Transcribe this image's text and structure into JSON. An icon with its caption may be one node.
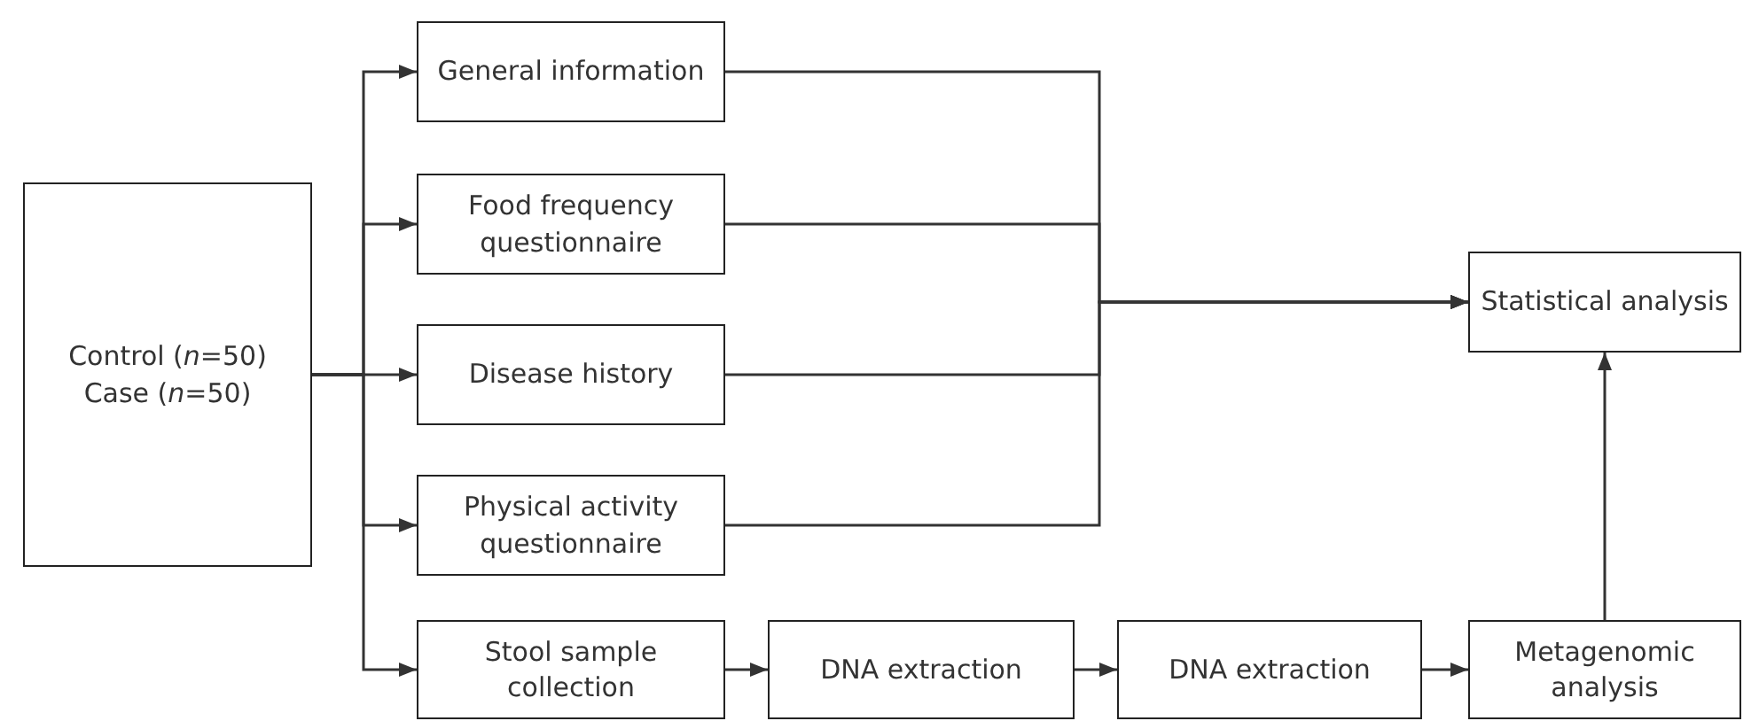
{
  "diagram": {
    "nodes": [
      {
        "text": [
          "Control (*n*=50)",
          "Case (*n*=50)"
        ]
      },
      {
        "text": [
          "General information"
        ]
      },
      {
        "text": [
          "Food frequency questionnaire"
        ]
      },
      {
        "text": [
          "Disease history"
        ]
      },
      {
        "text": [
          "Physical activity questionnaire"
        ]
      },
      {
        "text": [
          "Stool sample collection"
        ]
      },
      {
        "text": [
          "DNA extraction"
        ]
      },
      {
        "text": [
          "DNA extraction"
        ]
      },
      {
        "text": [
          "Metagenomic analysis"
        ]
      },
      {
        "text": [
          "Statistical analysis"
        ]
      }
    ],
    "edges": [
      {
        "from": 0,
        "to": 1,
        "arrow": "to"
      },
      {
        "from": 0,
        "to": 2,
        "arrow": "to"
      },
      {
        "from": 0,
        "to": 3,
        "arrow": "to"
      },
      {
        "from": 0,
        "to": 4,
        "arrow": "to"
      },
      {
        "from": 0,
        "to": 5,
        "arrow": "to"
      },
      {
        "from": 1,
        "to": 9,
        "arrow": "to"
      },
      {
        "from": 2,
        "to": 9,
        "arrow": "to"
      },
      {
        "from": 3,
        "to": 9,
        "arrow": "to"
      },
      {
        "from": 4,
        "to": 9,
        "arrow": "to"
      },
      {
        "from": 5,
        "to": 6,
        "arrow": "to"
      },
      {
        "from": 6,
        "to": 7,
        "arrow": "to"
      },
      {
        "from": 7,
        "to": 8,
        "arrow": "to"
      },
      {
        "from": 8,
        "to": 9,
        "arrow": "to"
      }
    ]
  }
}
